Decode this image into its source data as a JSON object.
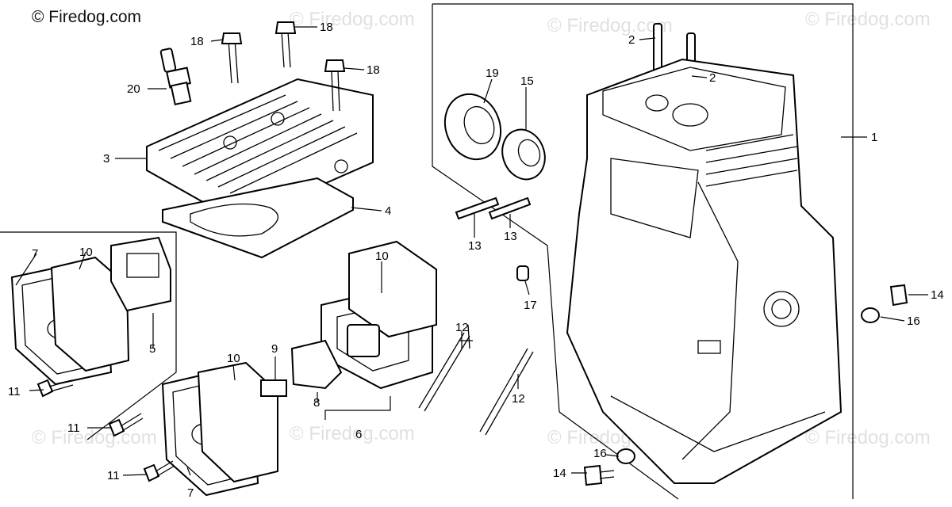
{
  "brand": "© Firedog.com",
  "watermark": "© Firedog.com",
  "labels": [
    "1",
    "2",
    "2",
    "3",
    "4",
    "5",
    "6",
    "7",
    "7",
    "8",
    "9",
    "10",
    "10",
    "10",
    "11",
    "11",
    "11",
    "12",
    "12",
    "13",
    "13",
    "14",
    "14",
    "15",
    "16",
    "16",
    "17",
    "18",
    "18",
    "18",
    "19",
    "20"
  ]
}
